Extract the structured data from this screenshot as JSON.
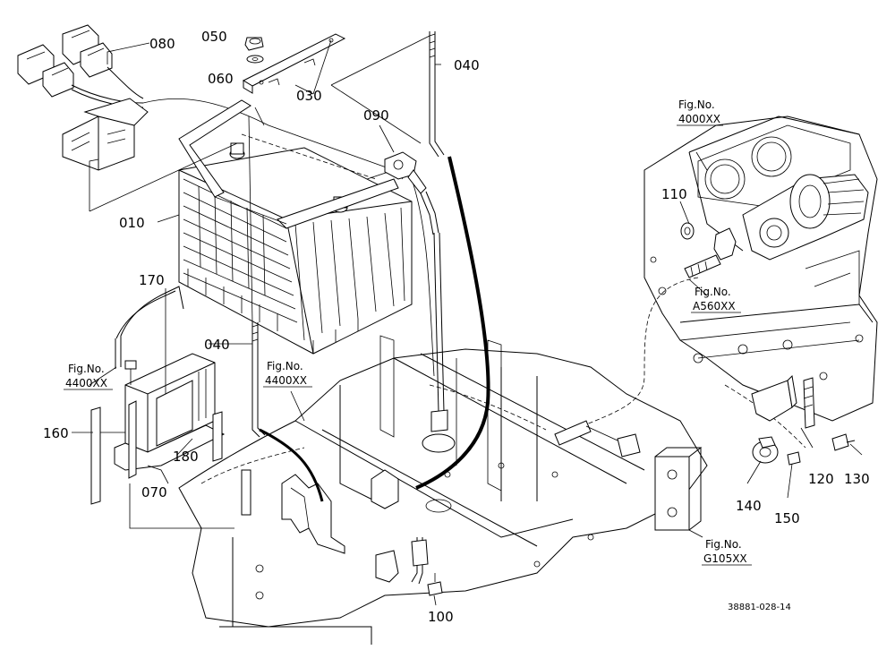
{
  "part_labels": [
    {
      "id": "p080",
      "text": "080"
    },
    {
      "id": "p050",
      "text": "050"
    },
    {
      "id": "p060",
      "text": "060"
    },
    {
      "id": "p030",
      "text": "030"
    },
    {
      "id": "p040a",
      "text": "040"
    },
    {
      "id": "p090",
      "text": "090"
    },
    {
      "id": "p010",
      "text": "010"
    },
    {
      "id": "p110",
      "text": "110"
    },
    {
      "id": "p170",
      "text": "170"
    },
    {
      "id": "p040b",
      "text": "040"
    },
    {
      "id": "p160",
      "text": "160"
    },
    {
      "id": "p180",
      "text": "180"
    },
    {
      "id": "p070",
      "text": "070"
    },
    {
      "id": "p120",
      "text": "120"
    },
    {
      "id": "p130",
      "text": "130"
    },
    {
      "id": "p140",
      "text": "140"
    },
    {
      "id": "p150",
      "text": "150"
    },
    {
      "id": "p100",
      "text": "100"
    }
  ],
  "fig_refs": [
    {
      "id": "f4000",
      "line1": "Fig.No.",
      "line2": "4000XX"
    },
    {
      "id": "fA560",
      "line1": "Fig.No.",
      "line2": "A560XX"
    },
    {
      "id": "f4400a",
      "line1": "Fig.No.",
      "line2": "4400XX"
    },
    {
      "id": "f4400b",
      "line1": "Fig.No.",
      "line2": "4400XX"
    },
    {
      "id": "fG105",
      "line1": "Fig.No.",
      "line2": "G105XX"
    }
  ],
  "drawing_code": "38881-028-14"
}
